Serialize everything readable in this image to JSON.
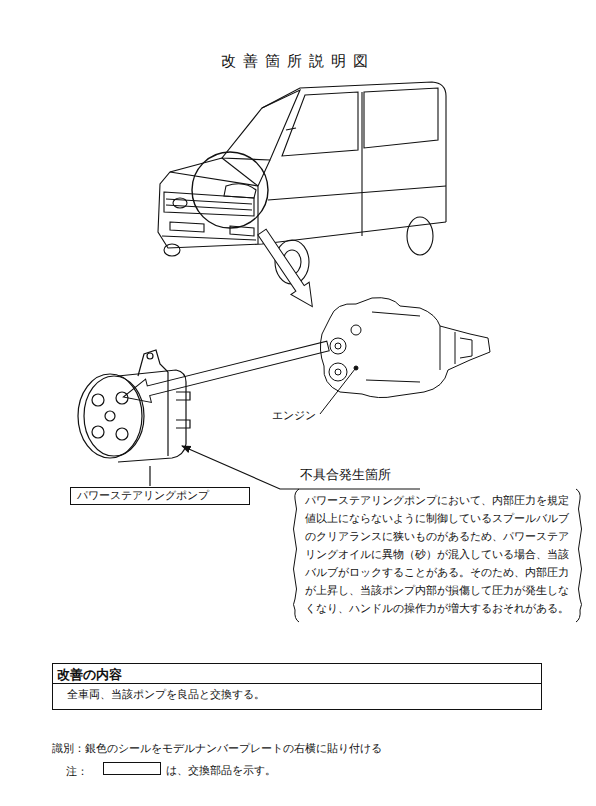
{
  "diagram": {
    "title": "改善箇所説明図",
    "nodes": [
      {
        "text": [
          "パワーステアリングポンプ"
        ]
      },
      {
        "text": [
          "不具合発生箇所",
          "パワーステアリングポンプにおいて、内部圧力を規定値以上にならないように制御しているスプールバルブのクリアランスに狭いものがあるため、パワーステアリングオイルに異物（砂）が混入している場合、当該バルブがロックすることがある。そのため、内部圧力が上昇し、当該ポンプ内部が損傷して圧力が発生しなくなり、ハンドルの操作力が増大するおそれがある。"
        ]
      },
      {
        "text": [
          "改善の内容",
          "全車両、当該ポンプを良品と交換する。"
        ]
      }
    ],
    "labels": [
      "エンジン",
      "識別：銀色のシールをモデルナンバープレートの右横に貼り付ける",
      "注："
    ],
    "legend": [
      {
        "text": "は、交換部品を示す。"
      }
    ]
  }
}
